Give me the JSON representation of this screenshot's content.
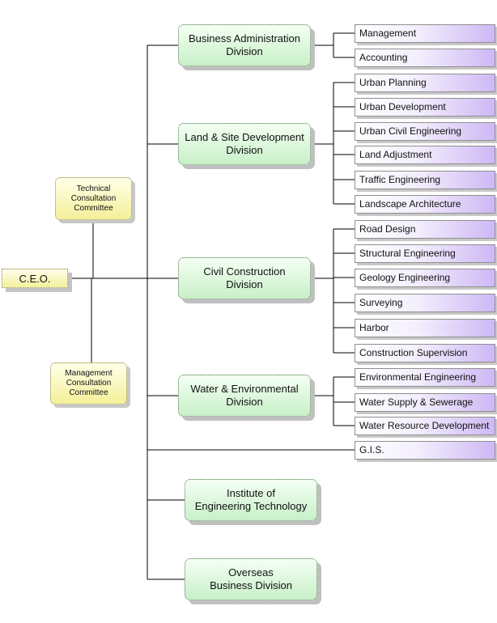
{
  "ceo": "C.E.O.",
  "committees": {
    "technical": "Technical\nConsultation\nCommittee",
    "management": "Management\nConsultation\nCommittee"
  },
  "divisions": [
    {
      "name": "Business Administration\nDivision",
      "departments": [
        "Management",
        "Accounting"
      ]
    },
    {
      "name": "Land & Site Development\nDivision",
      "departments": [
        "Urban Planning",
        "Urban Development",
        "Urban Civil Engineering",
        "Land Adjustment",
        "Traffic Engineering",
        "Landscape Architecture"
      ]
    },
    {
      "name": "Civil Construction\nDivision",
      "departments": [
        "Road Design",
        "Structural Engineering",
        "Geology Engineering",
        "Surveying",
        "Harbor",
        "Construction Supervision"
      ]
    },
    {
      "name": "Water & Environmental\nDivision",
      "departments": [
        "Environmental Engineering",
        "Water Supply & Sewerage",
        "Water Resource Development"
      ]
    },
    {
      "name": "Institute of\nEngineering Technology",
      "departments": []
    },
    {
      "name": "Overseas\nBusiness Division",
      "departments": []
    }
  ],
  "gis": "G.I.S.",
  "colors": {
    "ceo_fill": "#f4f09a",
    "committee_fill": "#f4f09a",
    "division_fill": "#c8f0c8",
    "department_fill": "#cdb8f5",
    "line": "#000000"
  }
}
